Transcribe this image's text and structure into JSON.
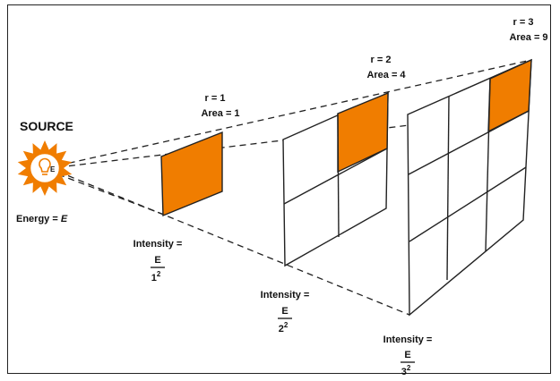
{
  "source": {
    "title": "SOURCE",
    "energy_label": "Energy = ",
    "energy_symbol": "E",
    "bulb_symbol": "E"
  },
  "panels": [
    {
      "radius_label": "r = 1",
      "area_label": "Area = 1",
      "intensity_label": "Intensity =",
      "numerator": "E",
      "denominator_base": "1",
      "denominator_exp": "2"
    },
    {
      "radius_label": "r = 2",
      "area_label": "Area = 4",
      "intensity_label": "Intensity =",
      "numerator": "E",
      "denominator_base": "2",
      "denominator_exp": "2"
    },
    {
      "radius_label": "r = 3",
      "area_label": "Area = 9",
      "intensity_label": "Intensity =",
      "numerator": "E",
      "denominator_base": "3",
      "denominator_exp": "2"
    }
  ],
  "colors": {
    "highlight": "#F07D00",
    "sun": "#F07D00",
    "line": "#222222"
  }
}
